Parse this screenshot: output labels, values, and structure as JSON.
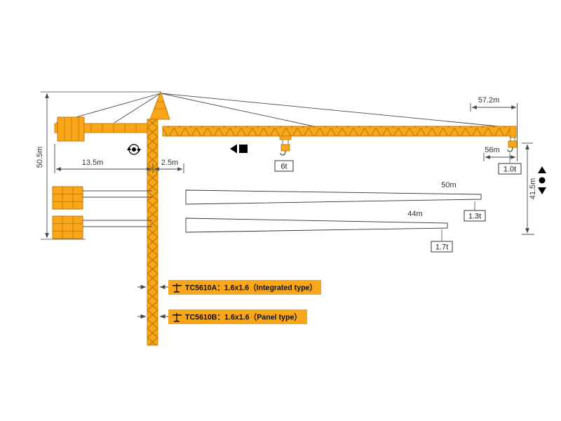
{
  "diagram": {
    "title": "tower-crane-working-range-diagram",
    "labels": {
      "total_height": "50.5m",
      "counter_jib_radius": "13.5m",
      "rear_offset": "2.5m",
      "max_jib": "57.2m",
      "jib_56": "56m",
      "hook_height": "41.5m",
      "load_mid": "6t",
      "tip_load_57": "1.0t",
      "jib_50": "50m",
      "tip_load_50": "1.3t",
      "jib_44": "44m",
      "tip_load_44": "1.7t"
    },
    "models": {
      "a": "TC5610A：1.6x1.6（Integrated type）",
      "b": "TC5610B：1.6x1.6（Panel type）"
    },
    "icons": {
      "slewing": "slewing-rotation-icon",
      "trolley": "trolley-travel-icon",
      "hoist": "hoist-up-down-icon",
      "mini_crane": "mini-crane-icon"
    },
    "colors": {
      "crane_orange": "#F9A61A",
      "lattice_dark": "#C47A00",
      "line": "#4A4A4A",
      "text": "#333333",
      "banner": "#F9A61A"
    }
  }
}
